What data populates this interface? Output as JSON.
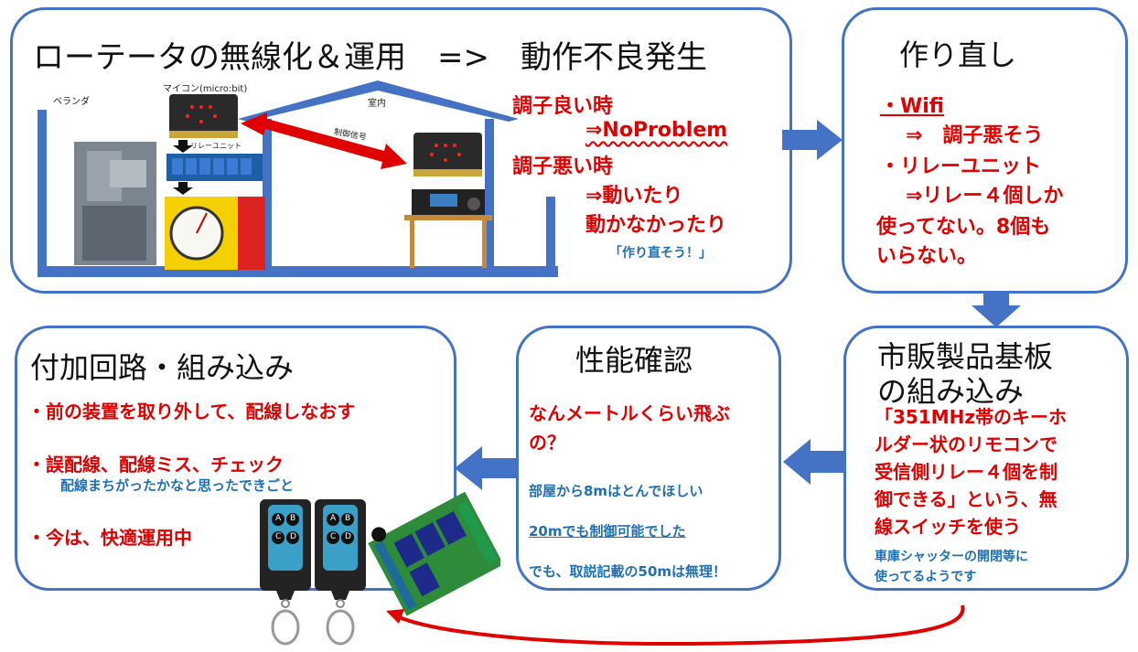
{
  "box1": {
    "title": "ローテータの無線化＆運用　=>　動作不良発生",
    "labels": {
      "veranda": "ベランダ",
      "microbit": "マイコン(micro:bit)",
      "relay_unit": "リレーユニット",
      "indoor": "室内",
      "control_signal": "制御信号"
    },
    "status": {
      "good": "調子良い時",
      "good_result": "⇒NoProblem",
      "bad": "調子悪い時",
      "bad_result1": "⇒動いたり",
      "bad_result2": "動かなかったり",
      "note": "「作り直そう！」"
    }
  },
  "box2": {
    "title": "作り直し",
    "line1": "・Wifi",
    "line2": "⇒　調子悪そう",
    "line3": "・リレーユニット",
    "line4": "⇒リレー４個しか",
    "line5": "使ってない。8個も",
    "line6": "いらない。"
  },
  "box3": {
    "title1": "市販製品基板",
    "title2": "の組み込み",
    "body1": "「351MHz帯のキーホ",
    "body2": "ルダー状のリモコンで",
    "body3": "受信側リレー４個を制",
    "body4": "御できる」という、無",
    "body5": "線スイッチを使う",
    "note1": "車庫シャッターの開閉等に",
    "note2": "使ってるようです"
  },
  "box4": {
    "title": "性能確認",
    "q1": "なんメートルくらい飛ぶ",
    "q2": "の？",
    "l1": "部屋から8mはとんでほしい",
    "l2": "20mでも制御可能でした",
    "l3": "でも、取説記載の50mは無理！"
  },
  "box5": {
    "title": "付加回路・組み込み",
    "item1": "・前の装置を取り外して、配線しなおす",
    "item2": "・誤配線、配線ミス、チェック",
    "item2_note": "配線まちがったかなと思ったできごと",
    "item3": "・今は、快適運用中"
  },
  "remote": {
    "buttons": [
      "A",
      "B",
      "C",
      "D"
    ]
  },
  "colors": {
    "border": "#4472C4",
    "arrow": "#4472C4",
    "red": "#E00000",
    "blue_text": "#1F6FB5"
  }
}
